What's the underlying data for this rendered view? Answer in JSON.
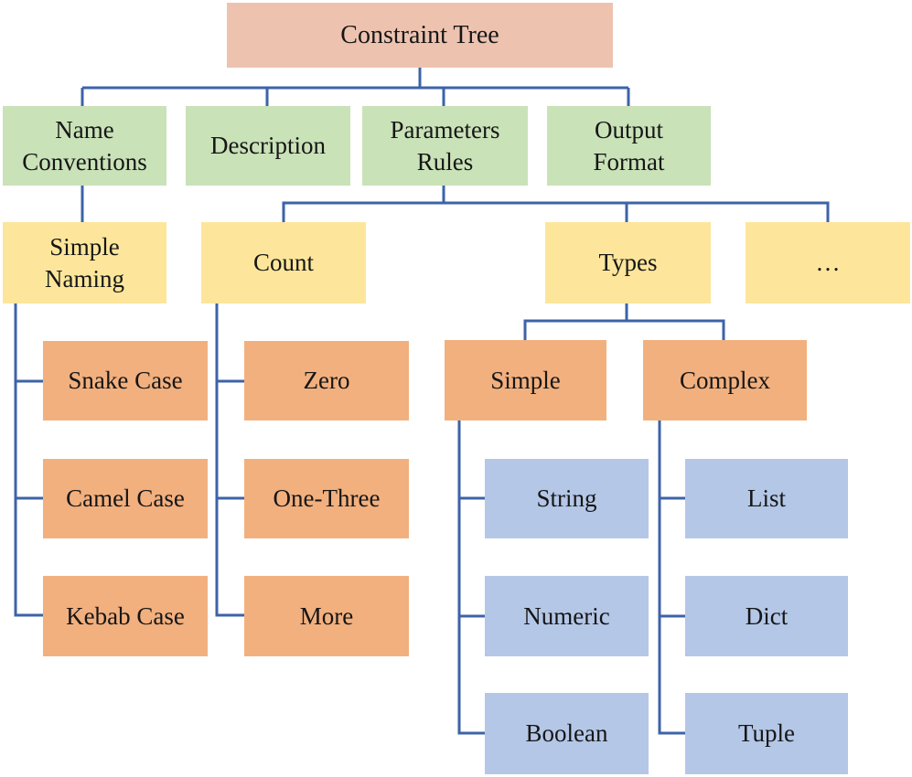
{
  "title": "Constraint Tree",
  "palette": {
    "root_box": "#edc3b0",
    "level1_box": "#c9e2b8",
    "level2_box": "#fde69b",
    "level3_box": "#f2b07f",
    "level4_box": "#b4c7e7",
    "connector_line": "#3d63a8",
    "text": "#161616"
  },
  "nodes": {
    "constraint_tree": {
      "label": "Constraint Tree"
    },
    "name_conventions": {
      "label": "Name\nConventions"
    },
    "description": {
      "label": "Description"
    },
    "parameters_rules": {
      "label": "Parameters\nRules"
    },
    "output_format": {
      "label": "Output\nFormat"
    },
    "simple_naming": {
      "label": "Simple\nNaming"
    },
    "count": {
      "label": "Count"
    },
    "types": {
      "label": "Types"
    },
    "ellipsis": {
      "label": "…"
    },
    "snake_case": {
      "label": "Snake Case"
    },
    "camel_case": {
      "label": "Camel Case"
    },
    "kebab_case": {
      "label": "Kebab Case"
    },
    "zero": {
      "label": "Zero"
    },
    "one_three": {
      "label": "One-Three"
    },
    "more": {
      "label": "More"
    },
    "simple": {
      "label": "Simple"
    },
    "complex": {
      "label": "Complex"
    },
    "string": {
      "label": "String"
    },
    "numeric": {
      "label": "Numeric"
    },
    "boolean": {
      "label": "Boolean"
    },
    "list": {
      "label": "List"
    },
    "dict": {
      "label": "Dict"
    },
    "tuple": {
      "label": "Tuple"
    }
  },
  "edges": [
    [
      "constraint_tree",
      "name_conventions"
    ],
    [
      "constraint_tree",
      "description"
    ],
    [
      "constraint_tree",
      "parameters_rules"
    ],
    [
      "constraint_tree",
      "output_format"
    ],
    [
      "name_conventions",
      "simple_naming"
    ],
    [
      "parameters_rules",
      "count"
    ],
    [
      "parameters_rules",
      "types"
    ],
    [
      "parameters_rules",
      "ellipsis"
    ],
    [
      "simple_naming",
      "snake_case"
    ],
    [
      "simple_naming",
      "camel_case"
    ],
    [
      "simple_naming",
      "kebab_case"
    ],
    [
      "count",
      "zero"
    ],
    [
      "count",
      "one_three"
    ],
    [
      "count",
      "more"
    ],
    [
      "types",
      "simple"
    ],
    [
      "types",
      "complex"
    ],
    [
      "simple",
      "string"
    ],
    [
      "simple",
      "numeric"
    ],
    [
      "simple",
      "boolean"
    ],
    [
      "complex",
      "list"
    ],
    [
      "complex",
      "dict"
    ],
    [
      "complex",
      "tuple"
    ]
  ]
}
